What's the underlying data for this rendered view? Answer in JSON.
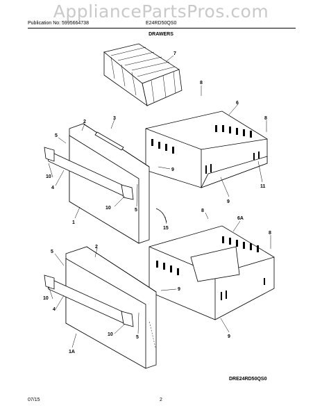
{
  "header": {
    "watermark": "AppliancePartsPros.com",
    "publication": "Publication No: 5995664738",
    "model": "E24RD50QS0",
    "section_title": "DRAWERS"
  },
  "diagram": {
    "code": "DRE24RD50QS0",
    "callouts": [
      "7",
      "8",
      "6",
      "3",
      "2",
      "5",
      "10",
      "4",
      "9",
      "8",
      "11",
      "9",
      "10",
      "5",
      "1",
      "15",
      "8",
      "6A",
      "8",
      "2",
      "5",
      "10",
      "4",
      "9",
      "10",
      "5",
      "9",
      "1A"
    ]
  },
  "footer": {
    "date": "07/15",
    "page": "2"
  }
}
